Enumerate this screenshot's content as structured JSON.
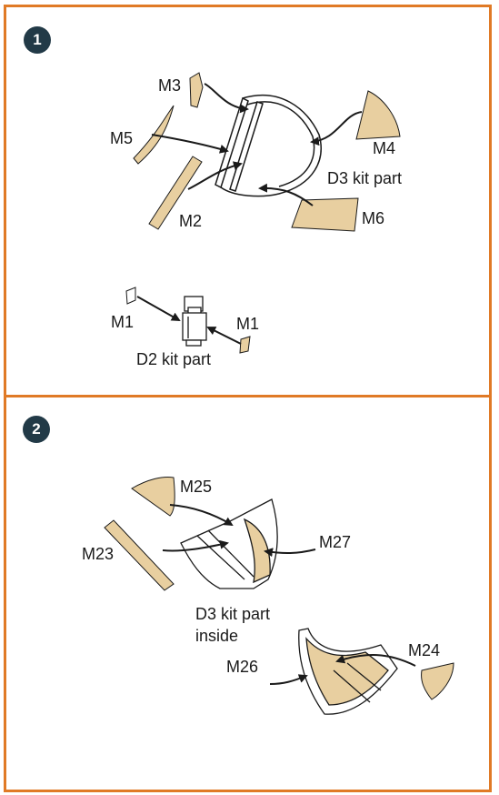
{
  "colors": {
    "frame": "#e07a26",
    "badge": "#223a47",
    "mask": "#e8cfa0",
    "line": "#1a1a1a"
  },
  "step1": {
    "number": "1",
    "labels": {
      "m3": "M3",
      "m4": "M4",
      "m5": "M5",
      "m2": "M2",
      "m6": "M6",
      "d3": "D3 kit part",
      "m1_left": "M1",
      "m1_right": "M1",
      "d2": "D2 kit part"
    }
  },
  "step2": {
    "number": "2",
    "labels": {
      "m25": "M25",
      "m23": "M23",
      "m27": "M27",
      "d3_line1": "D3 kit part",
      "d3_line2": "inside",
      "m26": "M26",
      "m24": "M24"
    }
  }
}
